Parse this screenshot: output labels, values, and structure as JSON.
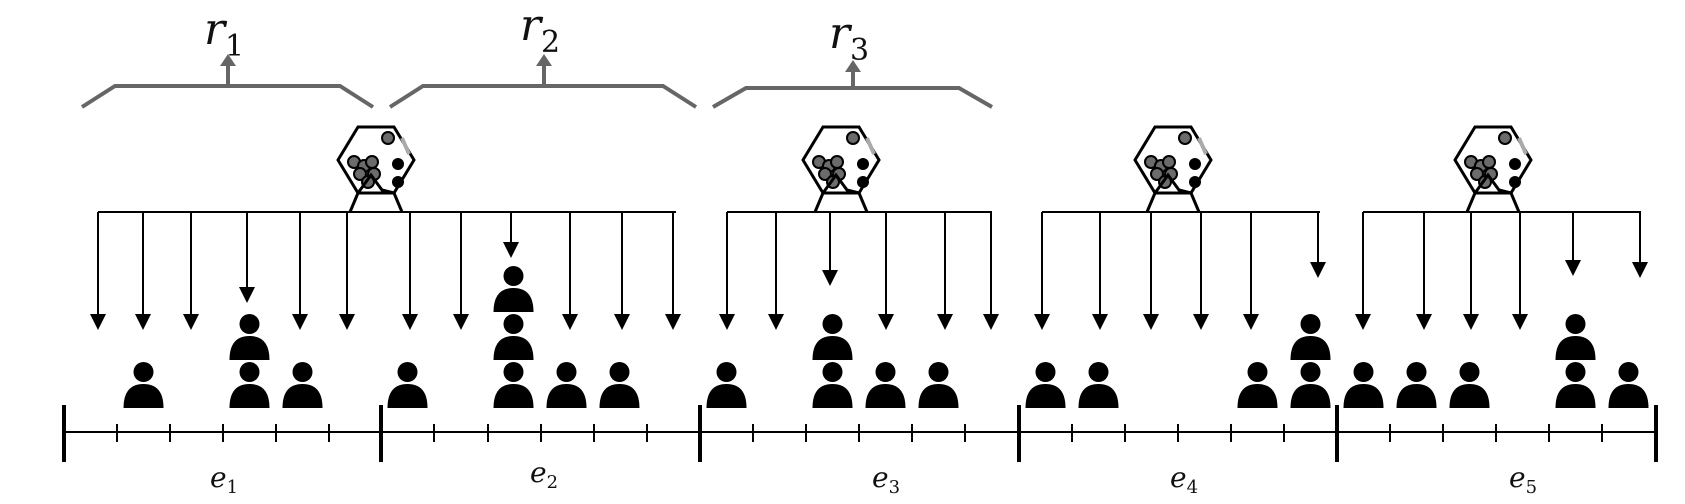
{
  "labels": {
    "r1": {
      "base": "r",
      "sub": "1"
    },
    "r2": {
      "base": "r",
      "sub": "2"
    },
    "r3": {
      "base": "r",
      "sub": "3"
    },
    "e1": {
      "base": "e",
      "sub": "1"
    },
    "e2": {
      "base": "e",
      "sub": "2"
    },
    "e3": {
      "base": "e",
      "sub": "3"
    },
    "e4": {
      "base": "e",
      "sub": "4"
    },
    "e5": {
      "base": "e",
      "sub": "5"
    }
  },
  "icons": {
    "lottery": "lottery-machine-icon",
    "person": "person-icon",
    "arrow": "arrow-down-icon"
  },
  "colors": {
    "ink": "#000000",
    "bracket": "#666666",
    "ball": "#6b6b6b"
  },
  "segments": [
    {
      "label": "e1",
      "people_per_slot": [
        0,
        1,
        0,
        2,
        1,
        0
      ]
    },
    {
      "label": "e2",
      "people_per_slot": [
        1,
        0,
        3,
        1,
        1,
        0
      ]
    },
    {
      "label": "e3",
      "people_per_slot": [
        1,
        0,
        2,
        1,
        1,
        0
      ]
    },
    {
      "label": "e4",
      "people_per_slot": [
        1,
        1,
        0,
        0,
        1,
        2
      ]
    },
    {
      "label": "e5",
      "people_per_slot": [
        1,
        1,
        1,
        0,
        2,
        1
      ]
    }
  ]
}
